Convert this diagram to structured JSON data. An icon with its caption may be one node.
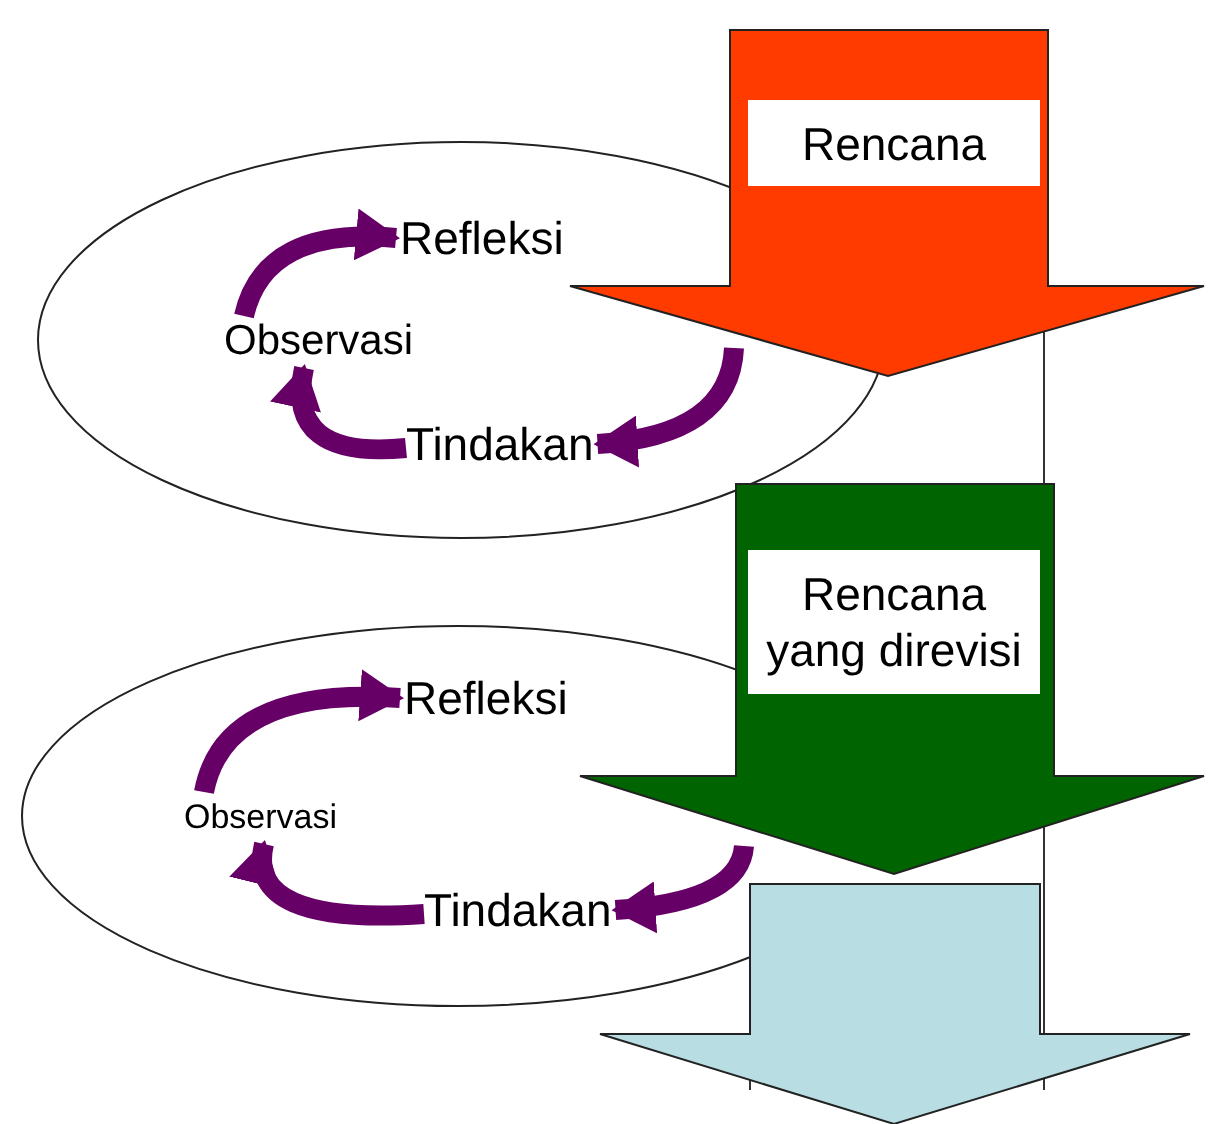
{
  "diagram": {
    "nodes": [
      {
        "text": [
          "Rencana"
        ]
      },
      {
        "text": [],
        "shape": "ellipse"
      },
      {
        "text": [
          "Refleksi"
        ],
        "in": 1
      },
      {
        "text": [
          "Observasi"
        ],
        "in": 1
      },
      {
        "text": [
          "Tindakan"
        ],
        "in": 1
      },
      {
        "text": [
          "Rencana yang direvisi"
        ]
      },
      {
        "text": [],
        "shape": "ellipse"
      },
      {
        "text": [
          "Refleksi"
        ],
        "in": 6
      },
      {
        "text": [
          "Observasi"
        ],
        "in": 6
      },
      {
        "text": [
          "Tindakan"
        ],
        "in": 6
      },
      {
        "text": [],
        "shape": "arrow"
      }
    ],
    "edges": [
      {
        "from": 3,
        "to": 2,
        "arrow": "to"
      },
      {
        "from": 4,
        "to": 3,
        "arrow": "to"
      },
      {
        "from": 0,
        "to": 4,
        "arrow": "to"
      },
      {
        "from": 8,
        "to": 7,
        "arrow": "to"
      },
      {
        "from": 9,
        "to": 8,
        "arrow": "to"
      },
      {
        "from": 5,
        "to": 9,
        "arrow": "to"
      }
    ]
  }
}
